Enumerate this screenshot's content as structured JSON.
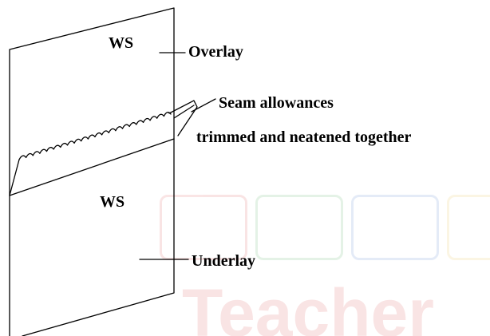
{
  "labels": {
    "ws_top": "WS",
    "overlay": "Overlay",
    "seam_line1": "Seam allowances",
    "seam_line2": "trimmed and neatened together",
    "ws_bottom": "WS",
    "underlay": "Underlay"
  },
  "watermark": {
    "text": "Teacher",
    "colors": [
      "#d62a2a",
      "#2e9e3e",
      "#2c5fc4",
      "#e0b020"
    ]
  },
  "colors": {
    "line": "#000000",
    "background": "#ffffff"
  }
}
